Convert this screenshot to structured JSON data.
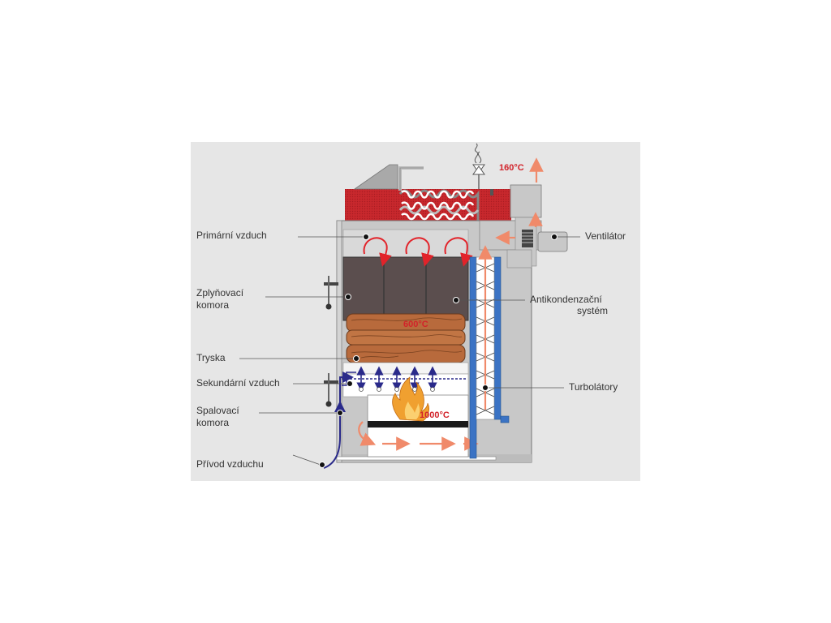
{
  "labels": {
    "primarni_vzduch": "Primární vzduch",
    "zplynovaci_line1": "Zplyňovací",
    "zplynovaci_line2": "komora",
    "tryska": "Tryska",
    "sekundarni_vzduch": "Sekundární vzduch",
    "spalovaci_line1": "Spalovací",
    "spalovaci_line2": "komora",
    "privod_vzduchu": "Přívod vzduchu",
    "ventilator": "Ventilátor",
    "antikondenzacni_line1": "Antikondenzační",
    "antikondenzacni_line2": "systém",
    "turbolatory": "Turbolátory"
  },
  "temperatures": {
    "flue": "160°C",
    "gasification": "600°C",
    "combustion": "1000°C"
  },
  "colors": {
    "panel_bg": "#e6e6e6",
    "boiler_gray": "#c8c8c8",
    "red_top": "#c8282d",
    "chamber_dark": "#5b4e4e",
    "wood": "#b86a3c",
    "flow_orange": "#f08a6a",
    "flow_red": "#e2232a",
    "air_blue": "#2a2a8a",
    "blue_pipe": "#3b73c4",
    "flame": "#f0a030"
  }
}
